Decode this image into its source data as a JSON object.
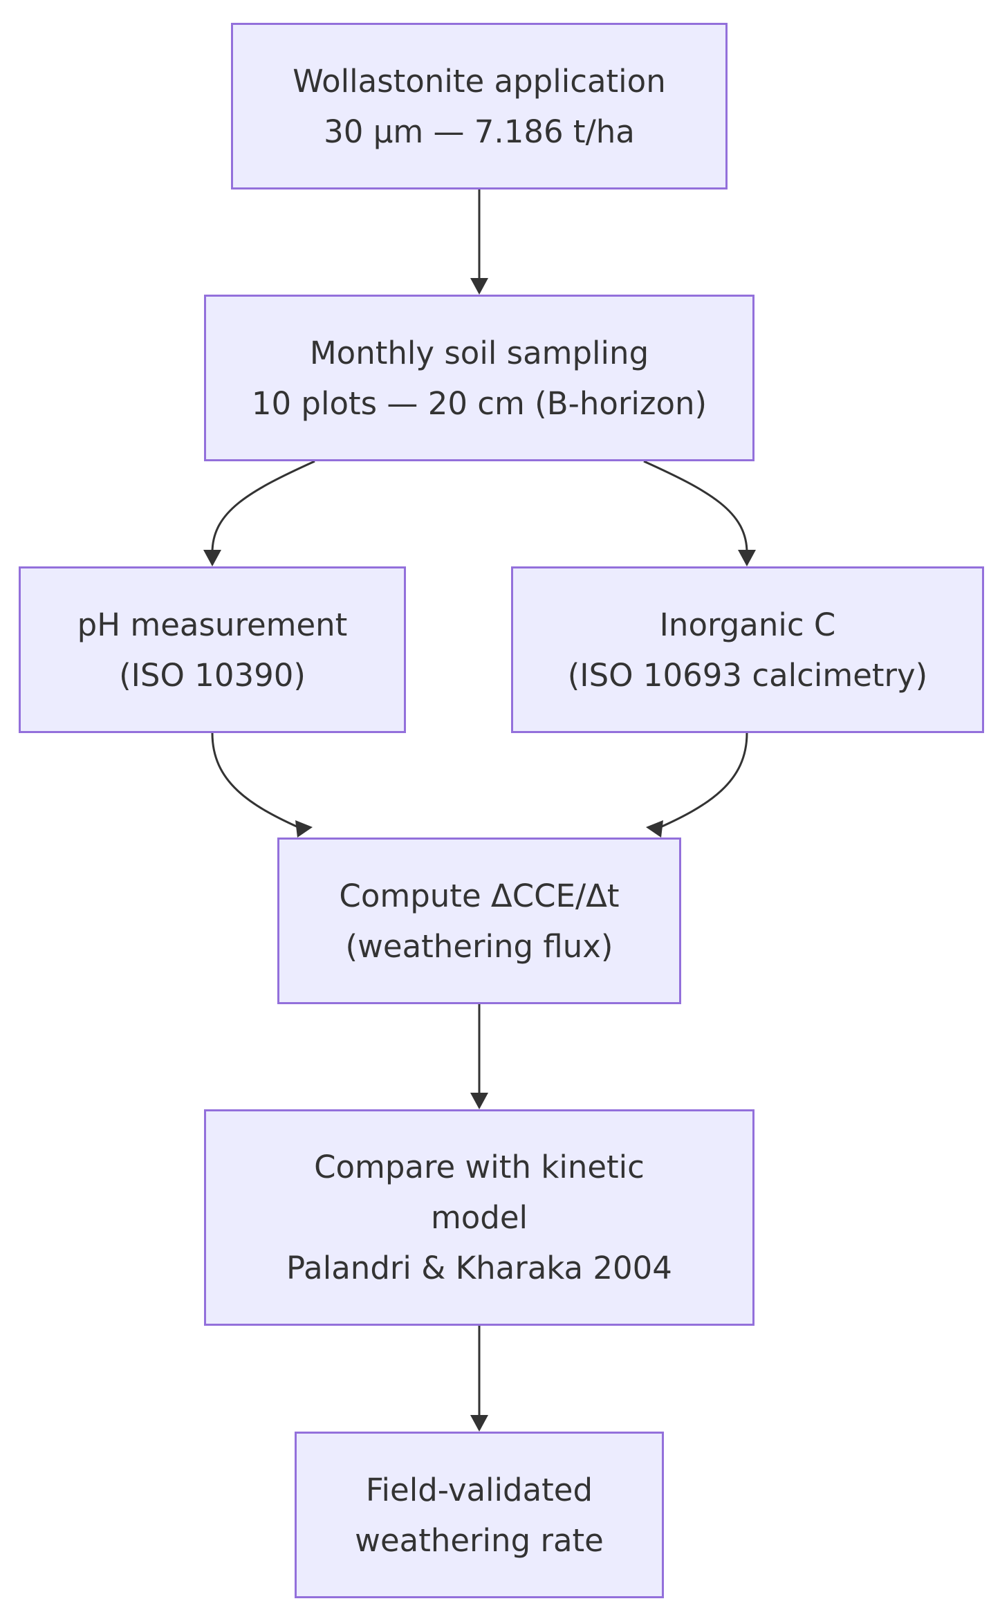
{
  "nodes": {
    "application": [
      "Wollastonite application",
      "30 µm — 7.186 t/ha"
    ],
    "sampling": [
      "Monthly soil sampling",
      "10 plots — 20 cm (B-horizon)"
    ],
    "ph": [
      "pH measurement",
      "(ISO 10390)"
    ],
    "inorganic_c": [
      "Inorganic C",
      "(ISO 10693 calcimetry)"
    ],
    "compute": [
      "Compute ΔCCE/Δt",
      "(weathering flux)"
    ],
    "compare": [
      "Compare with kinetic",
      "model",
      "Palandri & Kharaka 2004"
    ],
    "result": [
      "Field-validated",
      "weathering rate"
    ]
  },
  "edges": [
    {
      "from": "application",
      "to": "sampling"
    },
    {
      "from": "sampling",
      "to": "ph"
    },
    {
      "from": "sampling",
      "to": "inorganic_c"
    },
    {
      "from": "ph",
      "to": "compute"
    },
    {
      "from": "inorganic_c",
      "to": "compute"
    },
    {
      "from": "compute",
      "to": "compare"
    },
    {
      "from": "compare",
      "to": "result"
    }
  ],
  "colors": {
    "node_fill": "#ececfe",
    "node_border": "#9370db",
    "edge": "#333333",
    "text": "#333333"
  }
}
